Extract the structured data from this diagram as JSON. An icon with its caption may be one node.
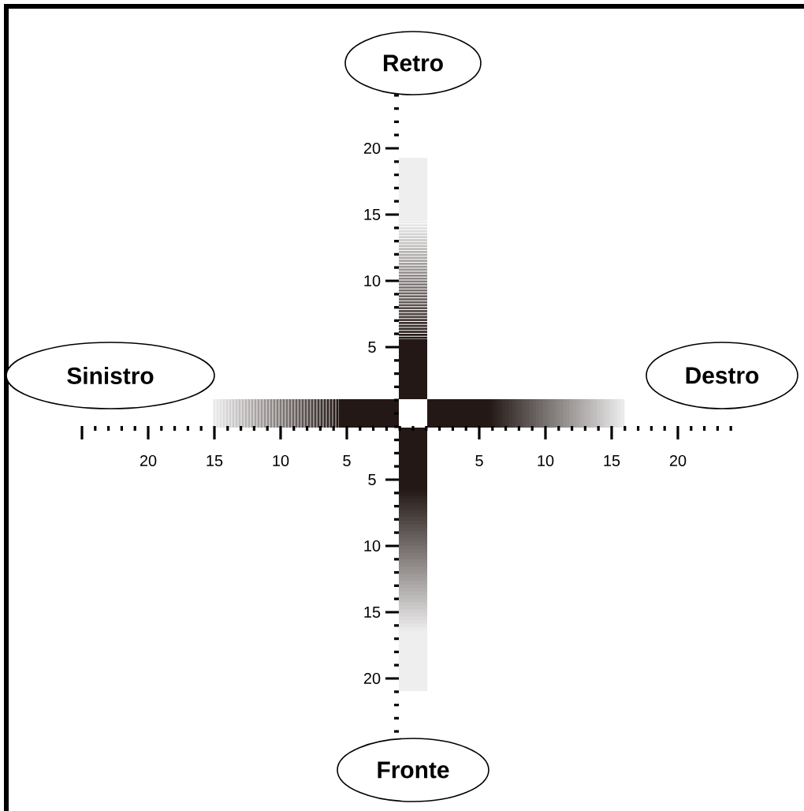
{
  "diagram": {
    "nodes": [
      {
        "text": [
          "Retro"
        ]
      },
      {
        "text": [
          "Sinistro"
        ]
      },
      {
        "text": [
          "Destro"
        ]
      },
      {
        "text": [
          "Fronte"
        ]
      }
    ],
    "labels": [
      "20",
      "15",
      "10",
      "5",
      "20",
      "15",
      "10",
      "5",
      "5",
      "10",
      "15",
      "20",
      "5",
      "10",
      "15",
      "20"
    ]
  }
}
